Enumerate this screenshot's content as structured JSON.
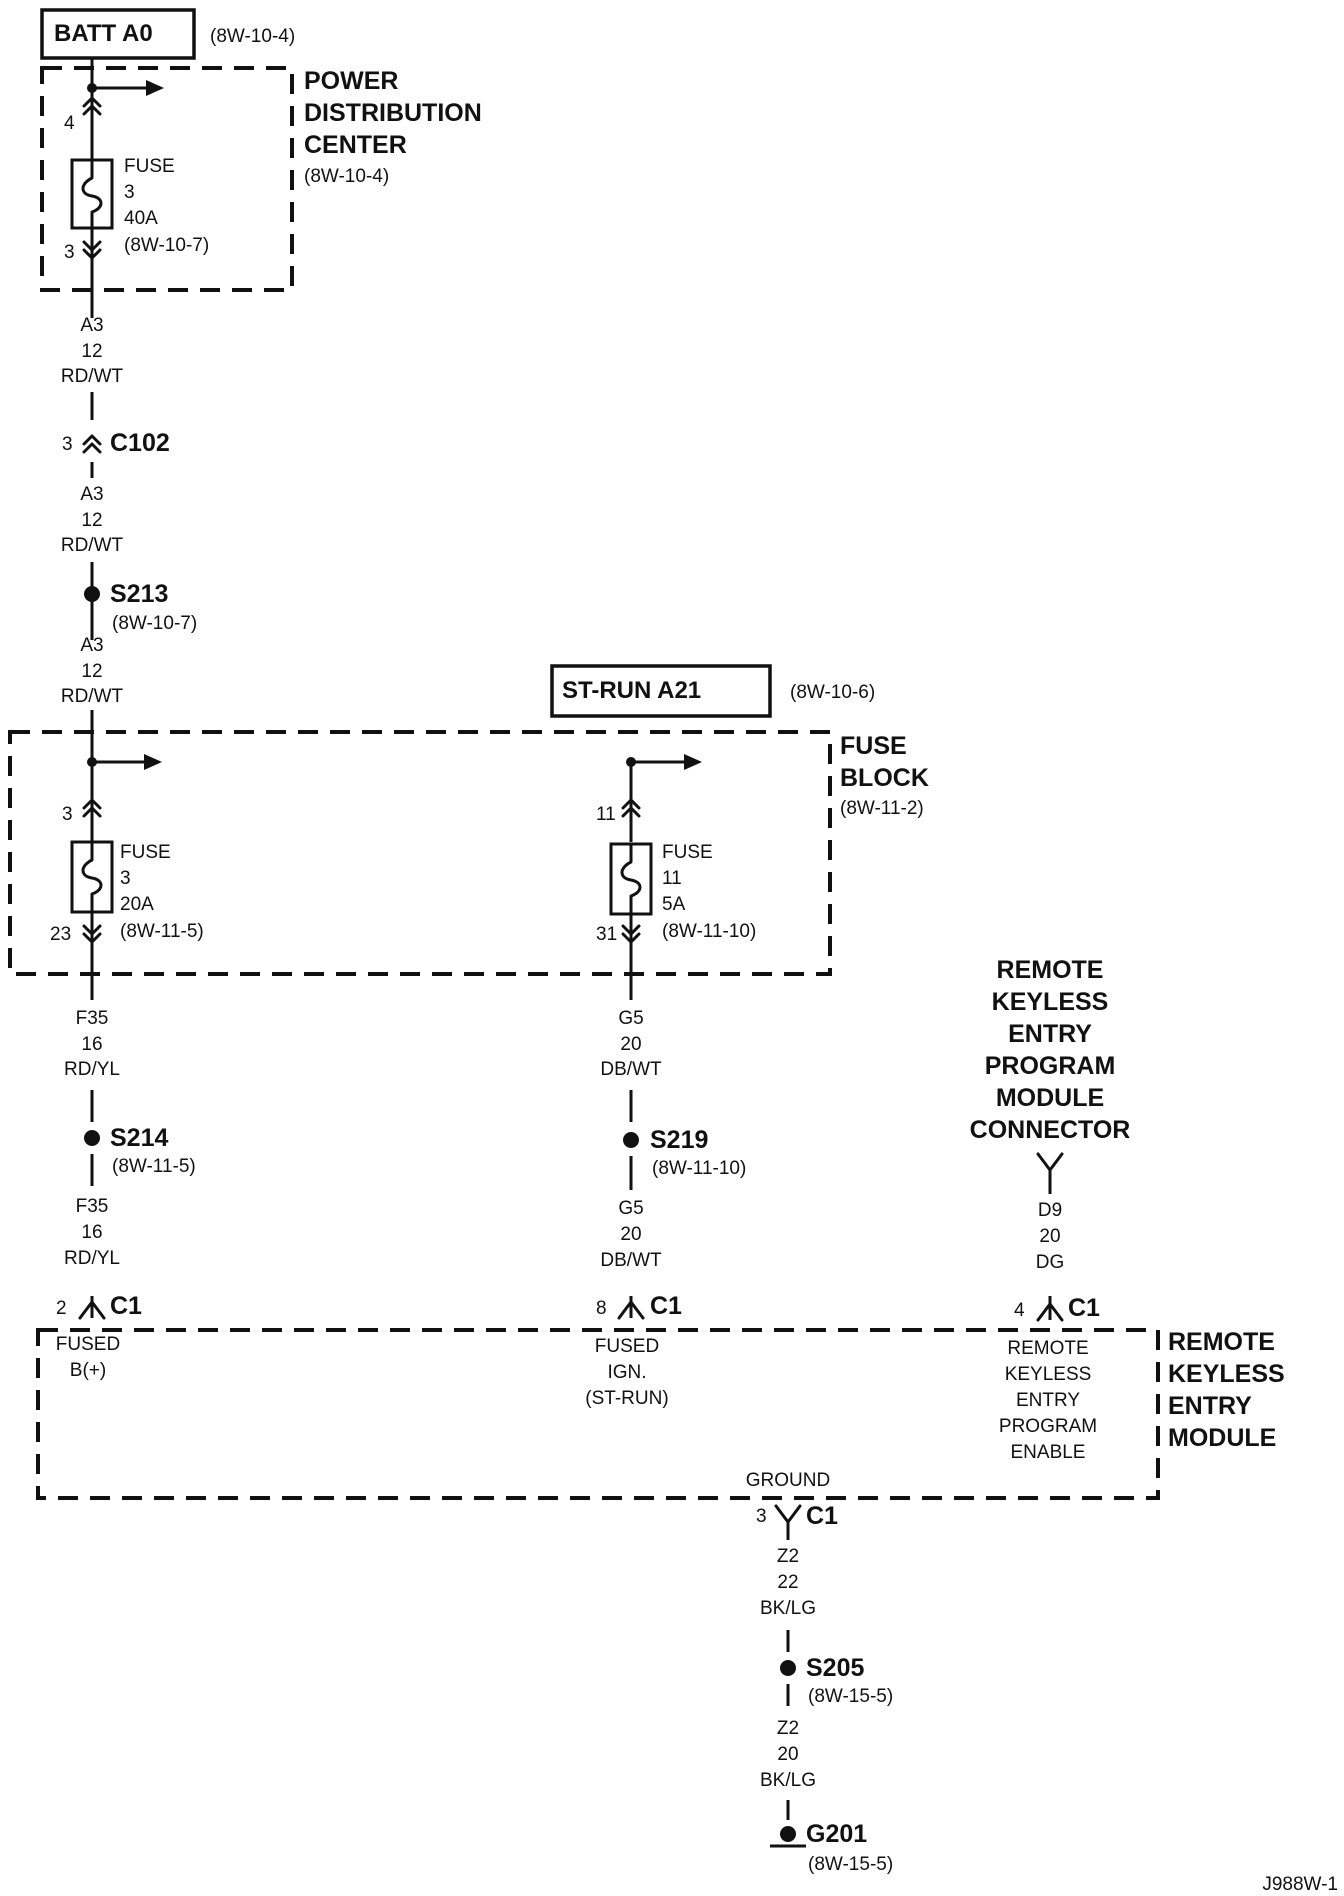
{
  "sources": {
    "batt": {
      "label": "BATT A0",
      "ref": "(8W-10-4)"
    },
    "strun": {
      "label": "ST-RUN A21",
      "ref": "(8W-10-6)"
    }
  },
  "pdc": {
    "title": [
      "POWER",
      "DISTRIBUTION",
      "CENTER"
    ],
    "ref": "(8W-10-4)",
    "fuse": {
      "lines": [
        "FUSE",
        "3",
        "40A",
        "(8W-10-7)"
      ],
      "pin_in": "4",
      "pin_out": "3"
    }
  },
  "fuse_block": {
    "title": [
      "FUSE",
      "BLOCK"
    ],
    "ref": "(8W-11-2)",
    "fuse3": {
      "lines": [
        "FUSE",
        "3",
        "20A",
        "(8W-11-5)"
      ],
      "pin_in": "3",
      "pin_out": "23"
    },
    "fuse11": {
      "lines": [
        "FUSE",
        "11",
        "5A",
        "(8W-11-10)"
      ],
      "pin_in": "11",
      "pin_out": "31"
    }
  },
  "wires": {
    "a3_1": [
      "A3",
      "12",
      "RD/WT"
    ],
    "a3_2": [
      "A3",
      "12",
      "RD/WT"
    ],
    "a3_3": [
      "A3",
      "12",
      "RD/WT"
    ],
    "f35_1": [
      "F35",
      "16",
      "RD/YL"
    ],
    "f35_2": [
      "F35",
      "16",
      "RD/YL"
    ],
    "g5_1": [
      "G5",
      "20",
      "DB/WT"
    ],
    "g5_2": [
      "G5",
      "20",
      "DB/WT"
    ],
    "d9": [
      "D9",
      "20",
      "DG"
    ],
    "z2_1": [
      "Z2",
      "22",
      "BK/LG"
    ],
    "z2_2": [
      "Z2",
      "20",
      "BK/LG"
    ]
  },
  "connectors": {
    "c102": {
      "pin": "3",
      "name": "C102"
    },
    "c1_a": {
      "pin": "2",
      "name": "C1"
    },
    "c1_b": {
      "pin": "8",
      "name": "C1"
    },
    "c1_c": {
      "pin": "4",
      "name": "C1"
    },
    "c1_d": {
      "pin": "3",
      "name": "C1"
    }
  },
  "splices": {
    "s213": {
      "name": "S213",
      "ref": "(8W-10-7)"
    },
    "s214": {
      "name": "S214",
      "ref": "(8W-11-5)"
    },
    "s219": {
      "name": "S219",
      "ref": "(8W-11-10)"
    },
    "s205": {
      "name": "S205",
      "ref": "(8W-15-5)"
    }
  },
  "ground": {
    "name": "G201",
    "ref": "(8W-15-5)"
  },
  "program_connector": [
    "REMOTE",
    "KEYLESS",
    "ENTRY",
    "PROGRAM",
    "MODULE",
    "CONNECTOR"
  ],
  "module": {
    "title": [
      "REMOTE",
      "KEYLESS",
      "ENTRY",
      "MODULE"
    ],
    "pin_fused_b": [
      "FUSED",
      "B(+)"
    ],
    "pin_fused_ign": [
      "FUSED",
      "IGN.",
      "(ST-RUN)"
    ],
    "pin_program": [
      "REMOTE",
      "KEYLESS",
      "ENTRY",
      "PROGRAM",
      "ENABLE"
    ],
    "pin_ground": "GROUND"
  },
  "figure_id": "J988W-1"
}
